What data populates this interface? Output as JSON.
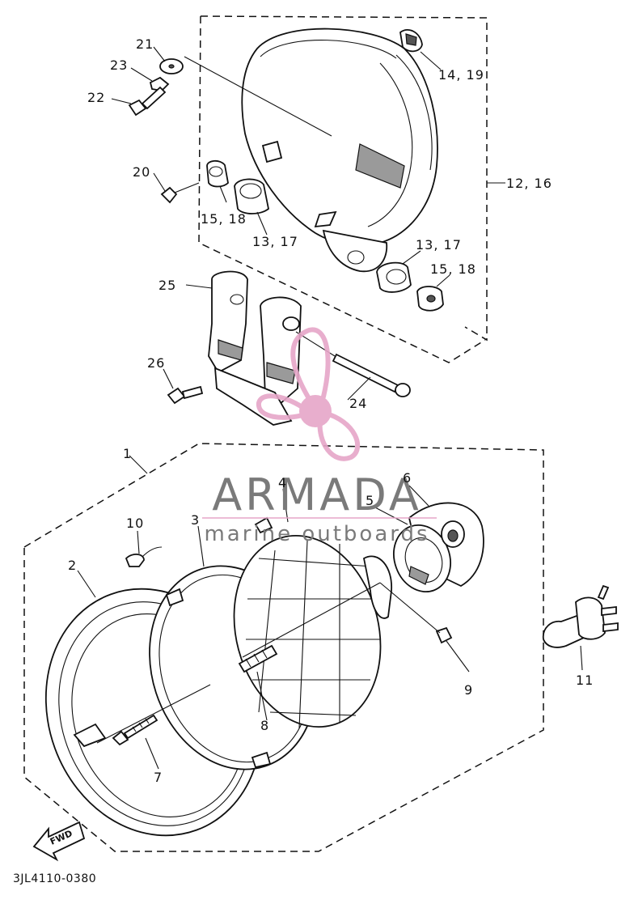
{
  "diagram": {
    "drawing_code": "3JL4110-0380",
    "fwd_marker": "FWD",
    "callouts": {
      "p1": "1",
      "p2": "2",
      "p3": "3",
      "p4": "4",
      "p5": "5",
      "p6": "6",
      "p7": "7",
      "p8": "8",
      "p9": "9",
      "p10": "10",
      "p11": "11",
      "p12_16": "12, 16",
      "p13_17_a": "13, 17",
      "p13_17_b": "13, 17",
      "p14_19": "14, 19",
      "p15_18_a": "15, 18",
      "p15_18_b": "15, 18",
      "p20": "20",
      "p21": "21",
      "p22": "22",
      "p23": "23",
      "p24": "24",
      "p25": "25",
      "p26": "26"
    }
  },
  "watermark": {
    "brand": "ARMADA",
    "tagline": "marine outboards",
    "colors": {
      "pink": "#e6a6c8",
      "gray": "#7a7a7a"
    }
  }
}
